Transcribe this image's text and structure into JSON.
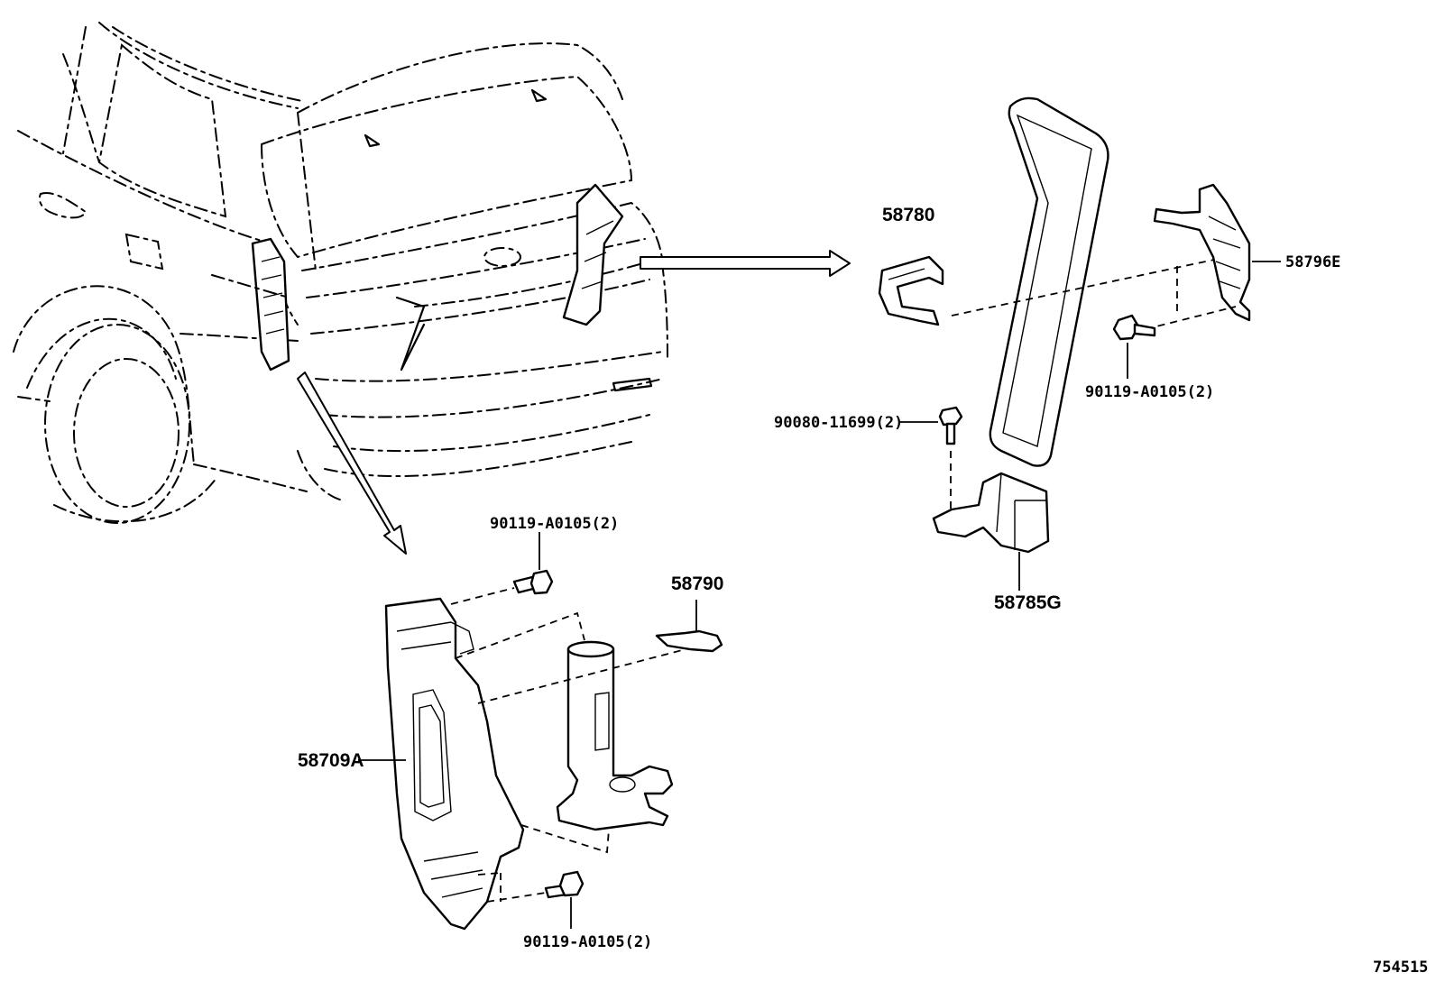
{
  "labels": {
    "part_58780": "58780",
    "part_58796E": "58796E",
    "part_90119_right": "90119-A0105(2)",
    "part_90080": "90080-11699(2)",
    "part_58785G": "58785G",
    "part_90119_top": "90119-A0105(2)",
    "part_58790": "58790",
    "part_58709A": "58709A",
    "part_90119_bottom": "90119-A0105(2)",
    "figure_id": "754515"
  }
}
